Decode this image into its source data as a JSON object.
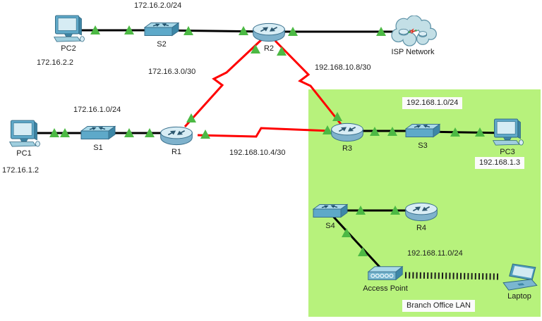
{
  "devices": {
    "pc1": {
      "type": "pc",
      "name": "PC1",
      "ip": "172.16.1.2"
    },
    "pc2": {
      "type": "pc",
      "name": "PC2",
      "ip": "172.16.2.2"
    },
    "pc3": {
      "type": "pc",
      "name": "PC3",
      "ip": "192.168.1.3"
    },
    "laptop": {
      "type": "laptop",
      "name": "Laptop"
    },
    "s1": {
      "type": "switch",
      "name": "S1"
    },
    "s2": {
      "type": "switch",
      "name": "S2"
    },
    "s3": {
      "type": "switch",
      "name": "S3"
    },
    "s4": {
      "type": "switch",
      "name": "S4"
    },
    "r1": {
      "type": "router",
      "name": "R1"
    },
    "r2": {
      "type": "router",
      "name": "R2"
    },
    "r3": {
      "type": "router",
      "name": "R3"
    },
    "r4": {
      "type": "router",
      "name": "R4"
    },
    "isp": {
      "type": "cloud",
      "name": "ISP Network"
    },
    "ap": {
      "type": "access-point",
      "name": "Access Point"
    }
  },
  "networks": {
    "pc2_lan": "172.16.2.0/24",
    "pc1_lan": "172.16.1.0/24",
    "r1_r2_wan": "172.16.3.0/30",
    "r2_r3_wan": "192.168.10.8/30",
    "r1_r3_wan": "192.168.10.4/30",
    "r3_lan": "192.168.1.0/24",
    "wireless_lan": "192.168.11.0/24"
  },
  "region": {
    "label": "Branch Office LAN"
  },
  "colors": {
    "canvas_bg": "#ffffff",
    "region_fill": "#b7f27c",
    "ethernet_link": "#000000",
    "serial_link": "#ff0000",
    "wireless_link": "#1c1c1c",
    "link_status_up_arrow": "#4cb944",
    "device_body": "#5ea9c9",
    "device_light": "#d8edf5",
    "note_box_bg": "#fbfbfb"
  }
}
